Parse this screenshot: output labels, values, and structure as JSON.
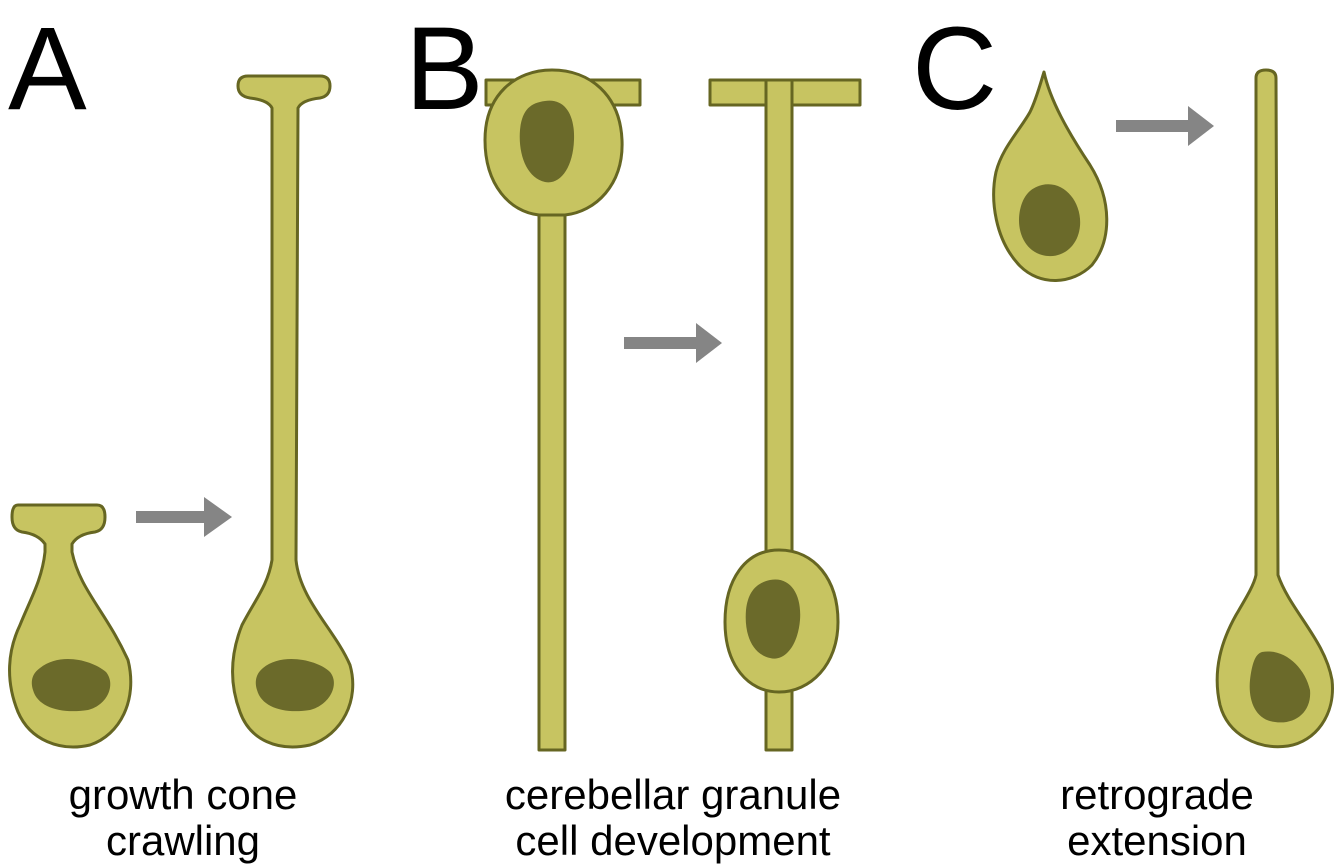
{
  "colors": {
    "cell_fill": "#c7c461",
    "cell_outline": "#666622",
    "nucleus": "#6b6a2a",
    "arrow": "#858585",
    "background": "#ffffff"
  },
  "panels": [
    {
      "letter": "A",
      "caption": {
        "line1": "growth cone",
        "line2": "crawling"
      }
    },
    {
      "letter": "B",
      "caption": {
        "line1": "cerebellar granule",
        "line2": "cell development"
      }
    },
    {
      "letter": "C",
      "caption": {
        "line1": "retrograde",
        "line2": "extension"
      }
    }
  ]
}
